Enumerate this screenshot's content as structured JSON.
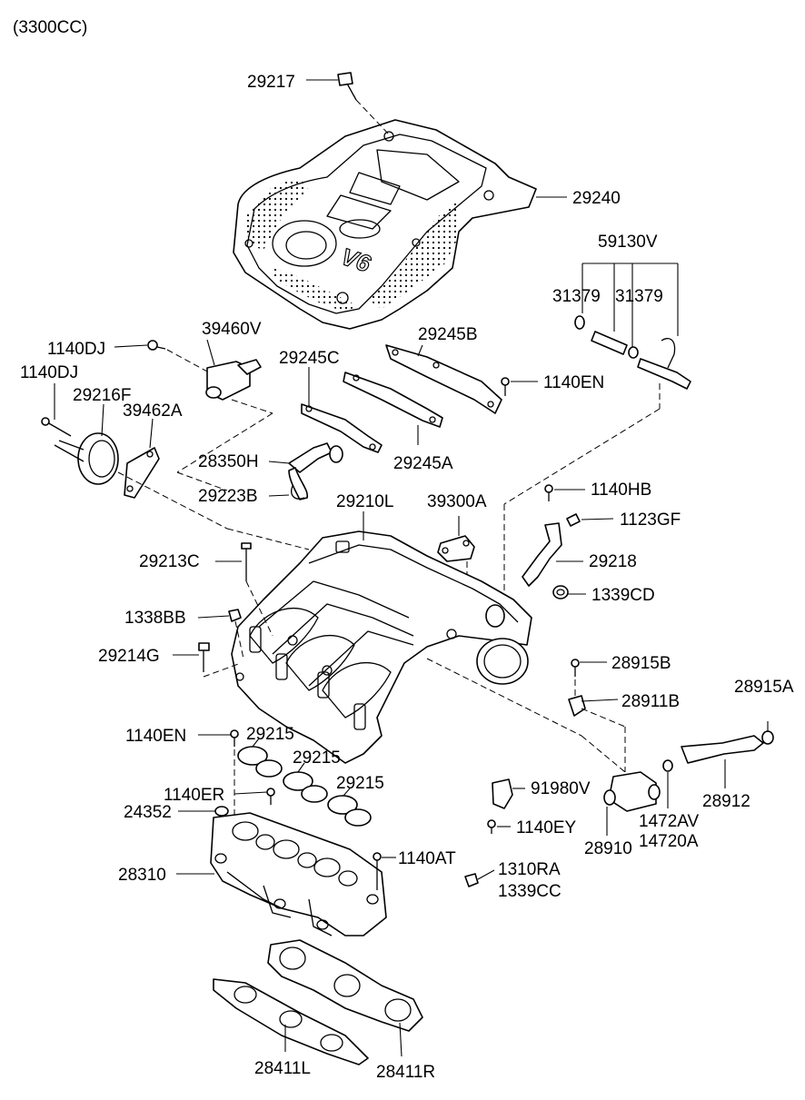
{
  "title": "(3300CC)",
  "labels": {
    "p29217": "29217",
    "p29240": "29240",
    "p59130V": "59130V",
    "p31379a": "31379",
    "p31379b": "31379",
    "p39460V": "39460V",
    "p1140DJa": "1140DJ",
    "p1140DJb": "1140DJ",
    "p29245B": "29245B",
    "p29245C": "29245C",
    "p1140EN_top": "1140EN",
    "p29216F": "29216F",
    "p39462A": "39462A",
    "p28350H": "28350H",
    "p29245A": "29245A",
    "p29223B": "29223B",
    "p1140HB": "1140HB",
    "p29210L": "29210L",
    "p39300A": "39300A",
    "p1123GF": "1123GF",
    "p29213C": "29213C",
    "p29218": "29218",
    "p1339CD": "1339CD",
    "p1338BB": "1338BB",
    "p29214G": "29214G",
    "p28915B": "28915B",
    "p28915A": "28915A",
    "p28911B": "28911B",
    "p1140EN_low": "1140EN",
    "p29215a": "29215",
    "p29215b": "29215",
    "p29215c": "29215",
    "p1140ER": "1140ER",
    "p24352": "24352",
    "p91980V": "91980V",
    "p28912": "28912",
    "p1472AV": "1472AV",
    "p1140EY": "1140EY",
    "p28910": "28910",
    "p14720A": "14720A",
    "p1140AT": "1140AT",
    "p28310": "28310",
    "p1310RA": "1310RA",
    "p1339CC": "1339CC",
    "p28411L": "28411L",
    "p28411R": "28411R"
  }
}
